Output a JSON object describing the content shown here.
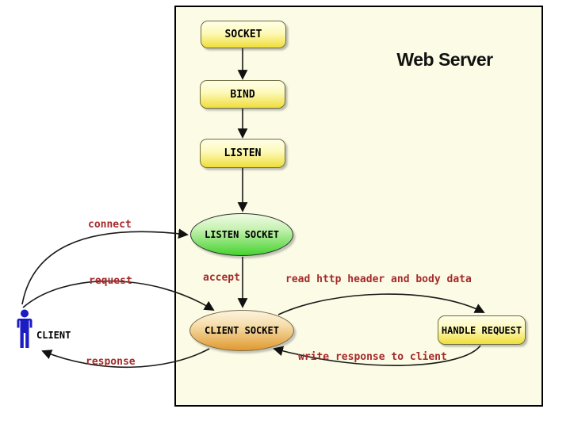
{
  "diagram": {
    "title": "Web Server",
    "nodes": {
      "socket": "SOCKET",
      "bind": "BIND",
      "listen": "LISTEN",
      "listen_socket": "LISTEN SOCKET",
      "client_socket": "CLIENT SOCKET",
      "handle_request": "HANDLE REQUEST",
      "client": "CLIENT"
    },
    "edge_labels": {
      "connect": "connect",
      "request": "request",
      "response": "response",
      "accept": "accept",
      "read": "read http header and body data",
      "write": "write response to client"
    },
    "colors": {
      "server_background": "#fbfbe6",
      "box_gradient_top": "#fffee8",
      "box_gradient_bottom": "#efde3a",
      "green_gradient_top": "#eefbe4",
      "green_gradient_bottom": "#46d32f",
      "orange_gradient_top": "#fcf3de",
      "orange_gradient_bottom": "#e0992f",
      "edge_label_red": "#a52a2a",
      "client_blue": "#1c1cc4",
      "arrow_black": "#1a1a1a"
    }
  }
}
